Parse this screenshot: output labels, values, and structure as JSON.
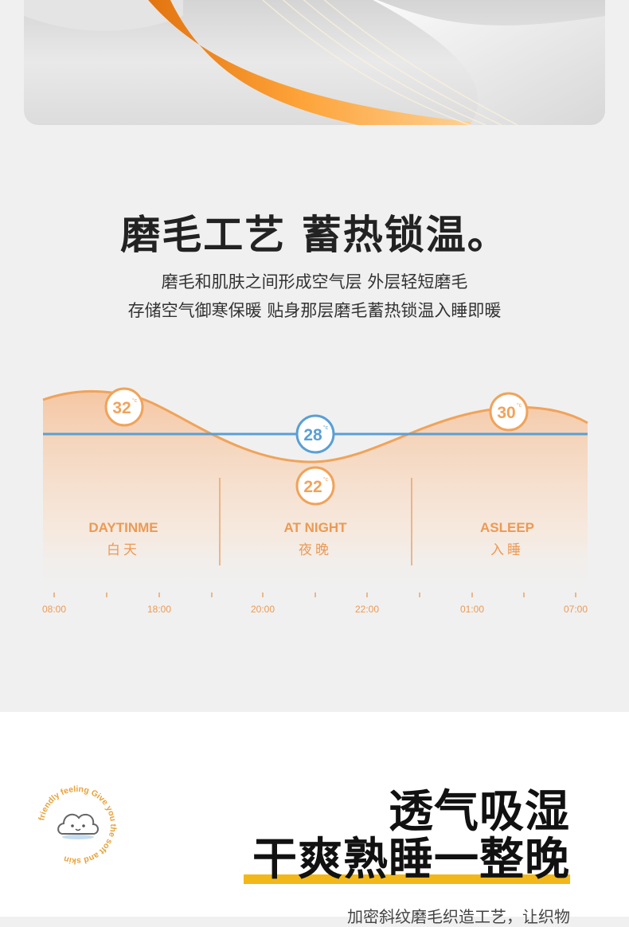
{
  "hero": {
    "icon": "fabric-swirl-image"
  },
  "section1": {
    "title": "磨毛工艺 蓄热锁温。",
    "desc_line1": "磨毛和肌肤之间形成空气层 外层轻短磨毛",
    "desc_line2": "存储空气御寒保暖 贴身那层磨毛蓄热锁温入睡即暖"
  },
  "chart_data": {
    "type": "line",
    "x": [
      "08:00",
      "18:00",
      "20:00",
      "22:00",
      "01:00",
      "07:00"
    ],
    "series": [
      {
        "values": [
          32,
          22,
          30
        ],
        "color": "#f0a35a"
      },
      {
        "values": [
          28,
          28,
          28
        ],
        "color": "#5a9fd4"
      }
    ],
    "point_labels": [
      {
        "value": "32",
        "unit": "°c"
      },
      {
        "value": "28",
        "unit": "°c"
      },
      {
        "value": "22",
        "unit": "°c"
      },
      {
        "value": "30",
        "unit": "°c"
      }
    ],
    "zones": [
      {
        "en": "DAYTINME",
        "zh": "白天"
      },
      {
        "en": "AT NIGHT",
        "zh": "夜晚"
      },
      {
        "en": "ASLEEP",
        "zh": "入睡"
      }
    ],
    "colors": {
      "curve": "#f0a35a",
      "baseline": "#5a9fd4",
      "label": "#eb9a55"
    }
  },
  "section2": {
    "badge_text": "friendly feeling  Give you the soft and skin",
    "badge_icon": "cloud-icon",
    "title_line1": "透气吸湿",
    "title_line2": "干爽熟睡一整晚",
    "accent": "#f2b81a",
    "subtitle": "加密斜纹磨毛织造工艺，让织物"
  }
}
